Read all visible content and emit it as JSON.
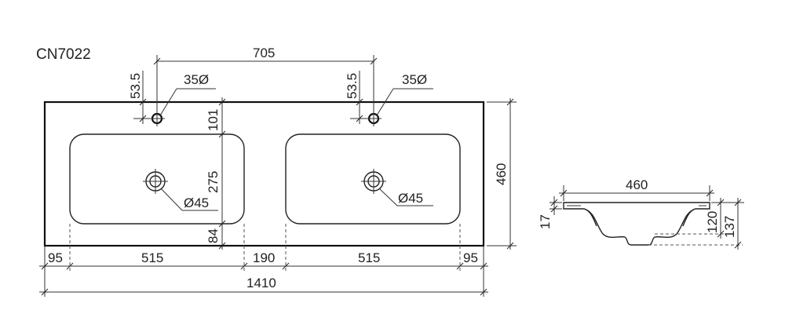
{
  "model": "CN7022",
  "colors": {
    "line": "#111111",
    "background": "#ffffff"
  },
  "dimensions": {
    "tap_spacing": "705",
    "tap_offset_left": "53.5",
    "tap_offset_right": "53.5",
    "tap_hole_left": "35Ø",
    "tap_hole_right": "35Ø",
    "bowl_front_offset": "101",
    "bowl_depth": "275",
    "bowl_back_offset": "84",
    "drain_left": "Ø45",
    "drain_right": "Ø45",
    "overall_depth": "460",
    "edge_left": "95",
    "bowl_width_left": "515",
    "gap_middle": "190",
    "bowl_width_right": "515",
    "edge_right": "95",
    "overall_width": "1410",
    "section_width": "460",
    "section_rim": "17",
    "section_bowl_depth": "120",
    "section_total_height": "137"
  }
}
